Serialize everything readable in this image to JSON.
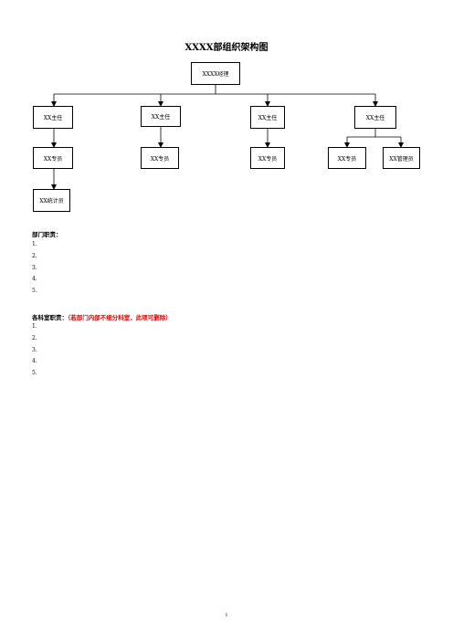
{
  "title": "XXXX部组织架构图",
  "org_chart": {
    "root": "XXXX经理",
    "managers": [
      "XX主任",
      "XX主任",
      "XX主任",
      "XX主任"
    ],
    "staff": [
      "XX专员",
      "XX专员",
      "XX专员",
      "XX专员",
      "XX管理员"
    ],
    "sub_staff": "XX统计员"
  },
  "section1": {
    "heading": "部门职责：",
    "items": [
      "1.",
      "2.",
      "3.",
      "4.",
      "5."
    ]
  },
  "section2": {
    "heading": "各科室职责：",
    "note": "（若部门内部不细分科室，此项可删除）",
    "items": [
      "1.",
      "2.",
      "3.",
      "4.",
      "5."
    ]
  },
  "page_number": "1"
}
